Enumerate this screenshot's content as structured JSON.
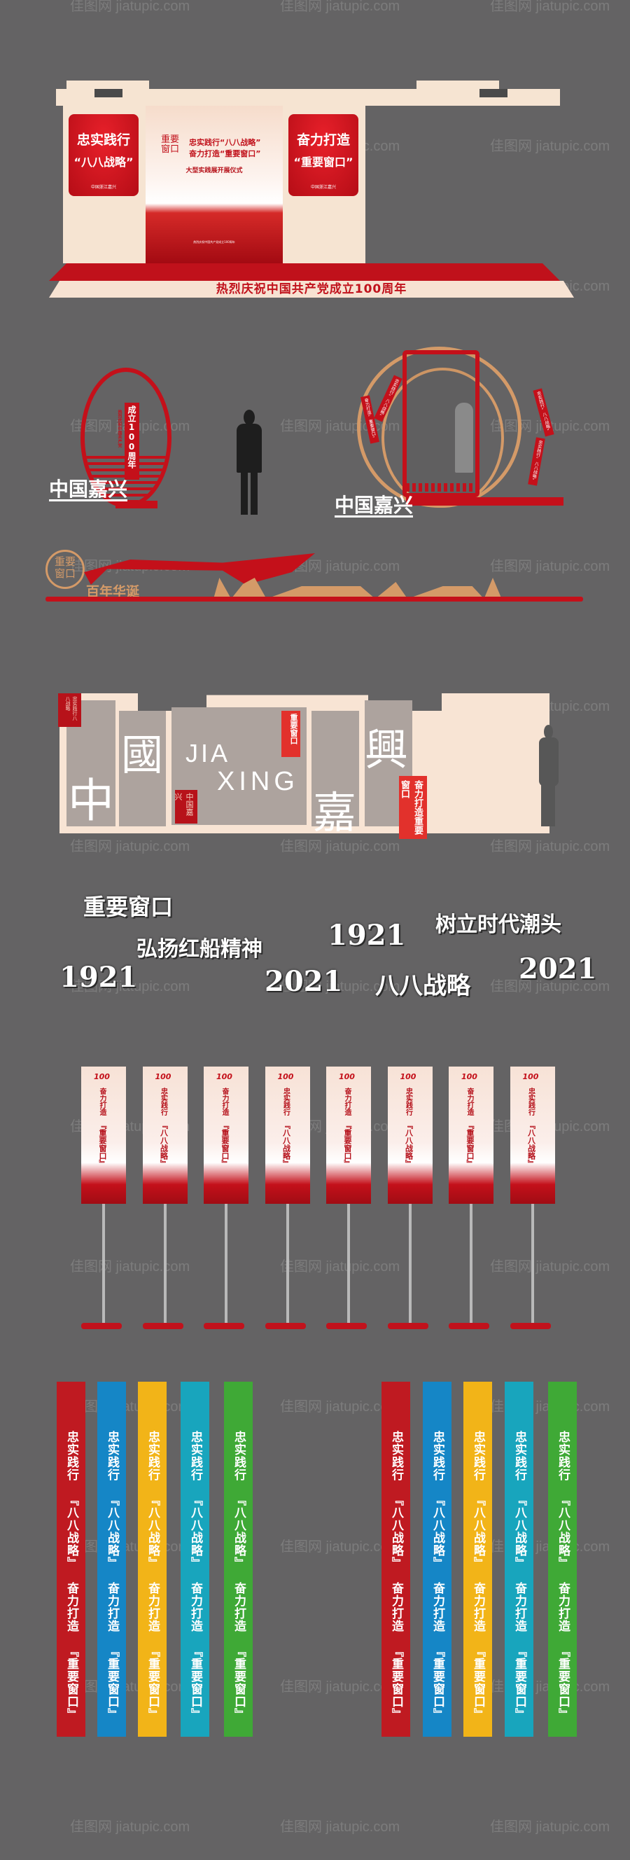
{
  "watermark": "佳图网 jiatupic.com",
  "stage": {
    "left_panel": {
      "line1": "忠实践行",
      "line2": "“八八战略”",
      "footer": "中国浙江嘉兴"
    },
    "right_panel": {
      "line1": "奋力打造",
      "line2": "“重要窗口”",
      "footer": "中国浙江嘉兴"
    },
    "center": {
      "logo": "重要窗口",
      "title1": "忠实践行“八八战略”",
      "title2": "奋力打造“重要窗口”",
      "subtitle": "大型实践展开展仪式",
      "small": "热烈庆祝中国共产党成立100周年"
    },
    "base_text": "热烈庆祝中国共产党成立100周年"
  },
  "circle_sign": {
    "vertical_big": "成立100周年",
    "vertical_small": "热烈庆祝中国共产党",
    "label": "中国嘉兴"
  },
  "arch_sign": {
    "ribbon1": "奋力打造“重要窗口”",
    "ribbon2": "忠实践行“八八战略”",
    "ribbon3": "忠实践行“八八战略”",
    "ribbon4": "忠实践行“八八战略”",
    "label": "中国嘉兴"
  },
  "skyline_banner": {
    "logo": "重要窗口",
    "text": "百年华诞"
  },
  "jiaxing_wall": {
    "chars": [
      "中",
      "國",
      "嘉",
      "興"
    ],
    "latin1": "JIA",
    "latin2": "XING",
    "seal1": "忠实践行八八战略",
    "seal2": "中国嘉兴",
    "seal3": "重要窗口",
    "seal4": "奋力打造重要窗口"
  },
  "words": [
    "重要窗口",
    "弘扬红船精神",
    "1921",
    "树立时代潮头",
    "1921",
    "2021",
    "八八战略",
    "2021"
  ],
  "flags": [
    {
      "line1": "奋力打造",
      "line2": "『重要窗口』"
    },
    {
      "line1": "忠实践行",
      "line2": "『八八战略』"
    },
    {
      "line1": "奋力打造",
      "line2": "『重要窗口』"
    },
    {
      "line1": "忠实践行",
      "line2": "『八八战略』"
    },
    {
      "line1": "奋力打造",
      "line2": "『重要窗口』"
    },
    {
      "line1": "忠实践行",
      "line2": "『八八战略』"
    },
    {
      "line1": "奋力打造",
      "line2": "『重要窗口』"
    },
    {
      "line1": "忠实践行",
      "line2": "『八八战略』"
    }
  ],
  "flag_badge": "100",
  "strips": {
    "text1": "忠实践行",
    "text2": "『八八战略』",
    "text3": "奋力打造",
    "text4": "『重要窗口』",
    "colors": [
      "#bf1a21",
      "#1586c6",
      "#f2b418",
      "#18a5bd",
      "#3fa936"
    ]
  }
}
